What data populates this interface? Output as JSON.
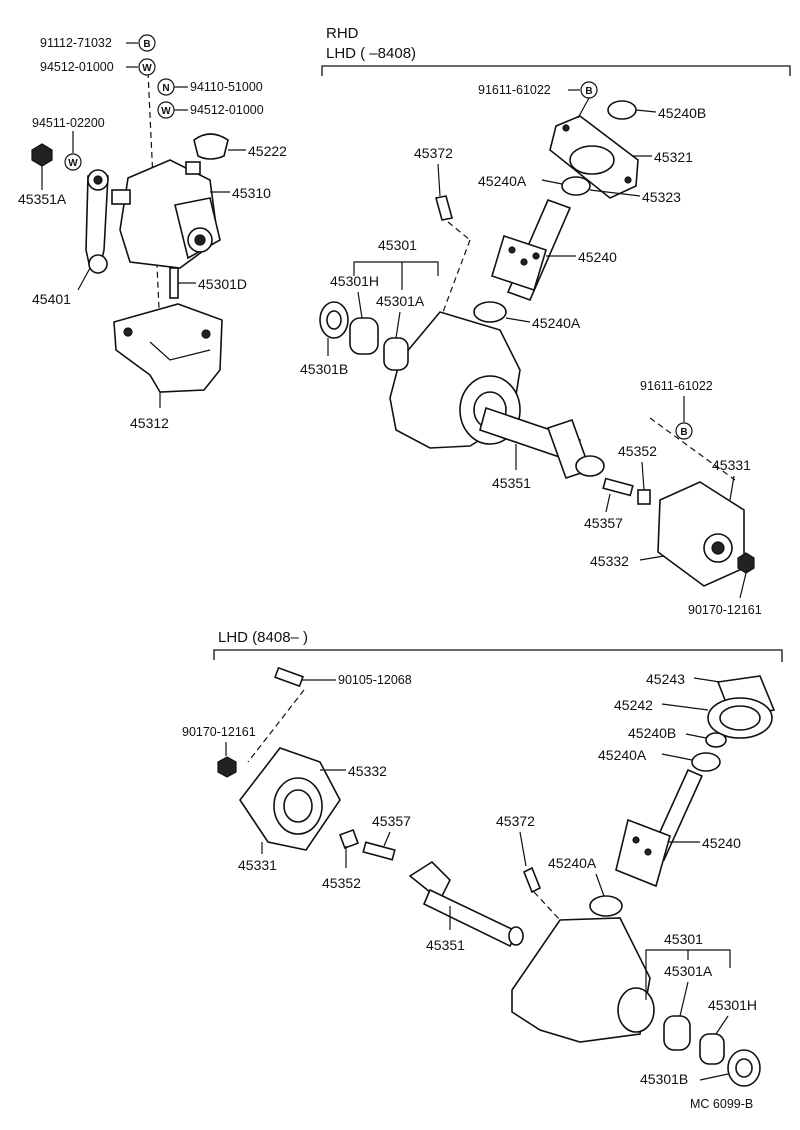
{
  "headers": {
    "rhd": "RHD",
    "lhd_upper": "LHD (        –8408)",
    "lhd_lower": "LHD (8408–          )"
  },
  "symbols": {
    "b": "B",
    "w": "W",
    "n": "N"
  },
  "labels": {
    "p91112_71032": "91112-71032",
    "p94512_01000_a": "94512-01000",
    "p94110_51000": "94110-51000",
    "p94512_01000_b": "94512-01000",
    "p94511_02200": "94511-02200",
    "p45222": "45222",
    "p45351A": "45351A",
    "p45310": "45310",
    "p45401": "45401",
    "p45301D": "45301D",
    "p45312": "45312",
    "u91611_61022_a": "91611-61022",
    "u45240B": "45240B",
    "u45321": "45321",
    "u45372": "45372",
    "u45240A_a": "45240A",
    "u45323": "45323",
    "u45240": "45240",
    "u45301": "45301",
    "u45301H": "45301H",
    "u45301A": "45301A",
    "u45240A_b": "45240A",
    "u45301B": "45301B",
    "u91611_61022_b": "91611-61022",
    "u45352": "45352",
    "u45331": "45331",
    "u45351": "45351",
    "u45357": "45357",
    "u45332": "45332",
    "u90170_12161": "90170-12161",
    "l90105_12068": "90105-12068",
    "l45243": "45243",
    "l45242": "45242",
    "l45240B": "45240B",
    "l90170_12161": "90170-12161",
    "l45240A_a": "45240A",
    "l45332": "45332",
    "l45357": "45357",
    "l45372": "45372",
    "l45240": "45240",
    "l45240A_b": "45240A",
    "l45331": "45331",
    "l45352": "45352",
    "l45351": "45351",
    "l45301": "45301",
    "l45301A": "45301A",
    "l45301H": "45301H",
    "l45301B": "45301B"
  },
  "footer": "MC  6099-B"
}
